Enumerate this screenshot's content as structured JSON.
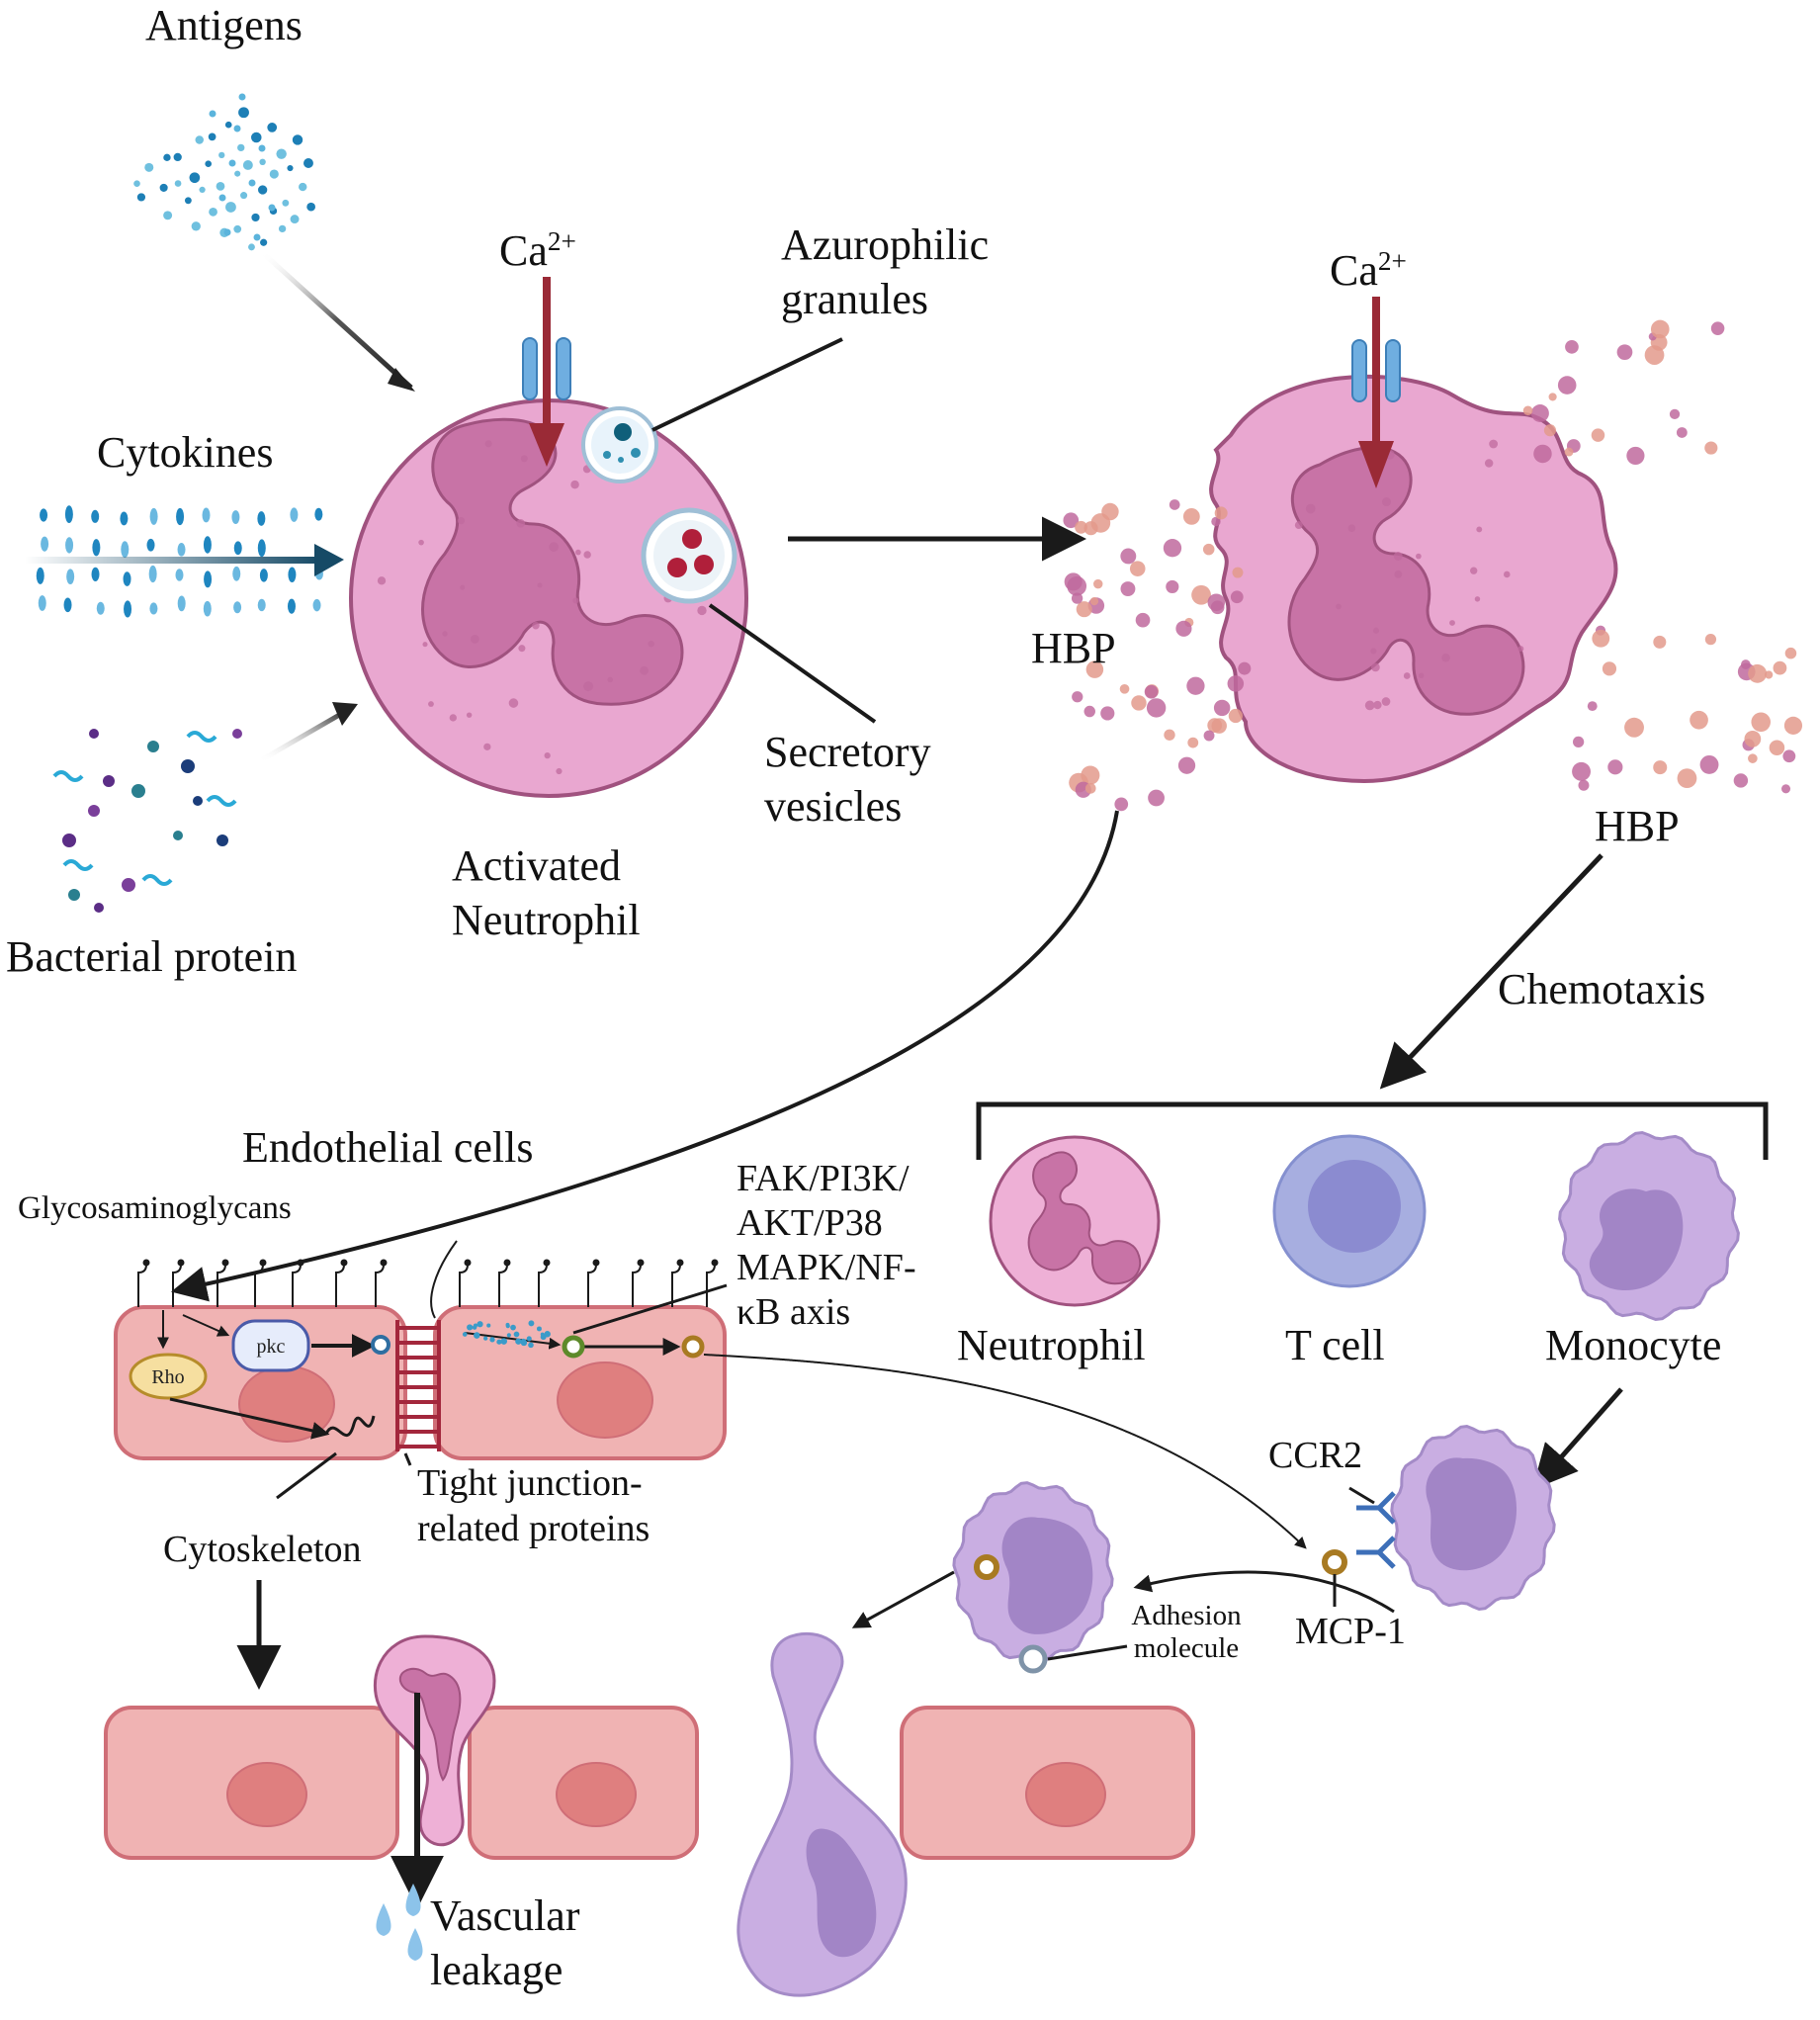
{
  "labels": {
    "antigens": "Antigens",
    "cytokines": "Cytokines",
    "bacterial_protein": "Bacterial protein",
    "ca_left": "Ca",
    "ca_right": "Ca",
    "ca_charge": "2+",
    "azurophilic_1": "Azurophilic",
    "azurophilic_2": "granules",
    "secretory_1": "Secretory",
    "secretory_2": "vesicles",
    "activated_1": "Activated",
    "activated_2": "Neutrophil",
    "hbp_left": "HBP",
    "hbp_right": "HBP",
    "chemotaxis": "Chemotaxis",
    "endothelial": "Endothelial cells",
    "glycosaminoglycans": "Glycosaminoglycans",
    "pathway_1": "FAK/PI3K/",
    "pathway_2": "AKT/P38",
    "pathway_3": "MAPK/NF-",
    "pathway_4": "κB axis",
    "neutrophil": "Neutrophil",
    "tcell": "T cell",
    "monocyte": "Monocyte",
    "rho": "Rho",
    "pkc": "pkc",
    "tight_1": "Tight junction-",
    "tight_2": "related proteins",
    "cytoskeleton": "Cytoskeleton",
    "ccr2": "CCR2",
    "mcp1": "MCP-1",
    "adhesion_1": "Adhesion",
    "adhesion_2": "molecule",
    "vascular_1": "Vascular",
    "vascular_2": "leakage"
  },
  "colors": {
    "neutrophil_fill": "#e9a7d0",
    "neutrophil_stroke": "#a0527f",
    "nucleus": "#c873a6",
    "endothelial_fill": "#f0b3b3",
    "endothelial_stroke": "#cf6e77",
    "endo_nucleus": "#df7f7f",
    "tcell_fill": "#a7aee0",
    "tcell_nucleus": "#8b8bd0",
    "monocyte_fill": "#c9aee2",
    "monocyte_nucleus": "#a285c6",
    "calcium_arrow": "#9a2a36",
    "channel": "#6faee0",
    "cytokine_arrow": "#164a66"
  }
}
